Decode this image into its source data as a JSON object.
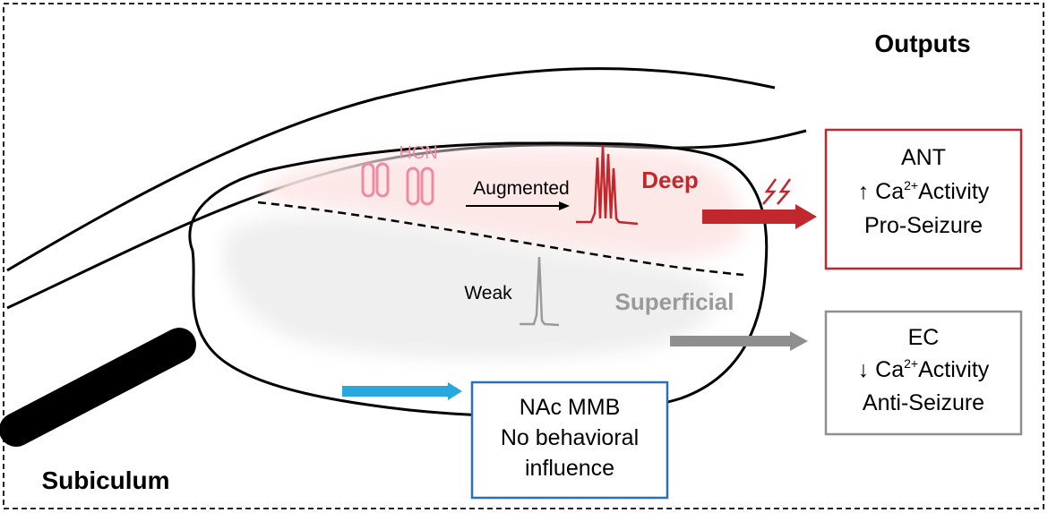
{
  "titles": {
    "region": "Subiculum",
    "outputs": "Outputs"
  },
  "layers": {
    "deep": "Deep",
    "superficial": "Superficial"
  },
  "channel_label": "HCN",
  "firing": {
    "augmented": "Augmented",
    "weak": "Weak"
  },
  "outputs": {
    "ant": {
      "name": "ANT",
      "arrow": "↑",
      "ca": "Ca",
      "superscript": "2+",
      "activity": "Activity",
      "effect": "Pro-Seizure"
    },
    "ec": {
      "name": "EC",
      "arrow": "↓",
      "ca": "Ca",
      "superscript": "2+",
      "activity": "Activity",
      "effect": "Anti-Seizure"
    },
    "nac": {
      "line1": "NAc MMB",
      "line2": "No behavioral",
      "line3": "influence"
    }
  },
  "colors": {
    "deep_red": "#c0282d",
    "deep_fill": "#fde8e8",
    "hcn_pink": "#f08aa4",
    "superficial_gray": "#9a9a9a",
    "superficial_fill": "#efefef",
    "ec_arrow": "#8f8f8f",
    "nac_blue": "#2a6fb8",
    "nac_arrow": "#29a8df",
    "outline": "#000000"
  },
  "icons": {
    "bolt": "lightning-bolt-icon",
    "channel": "hcn-channel-icon",
    "spike": "action-potential-trace-icon"
  }
}
